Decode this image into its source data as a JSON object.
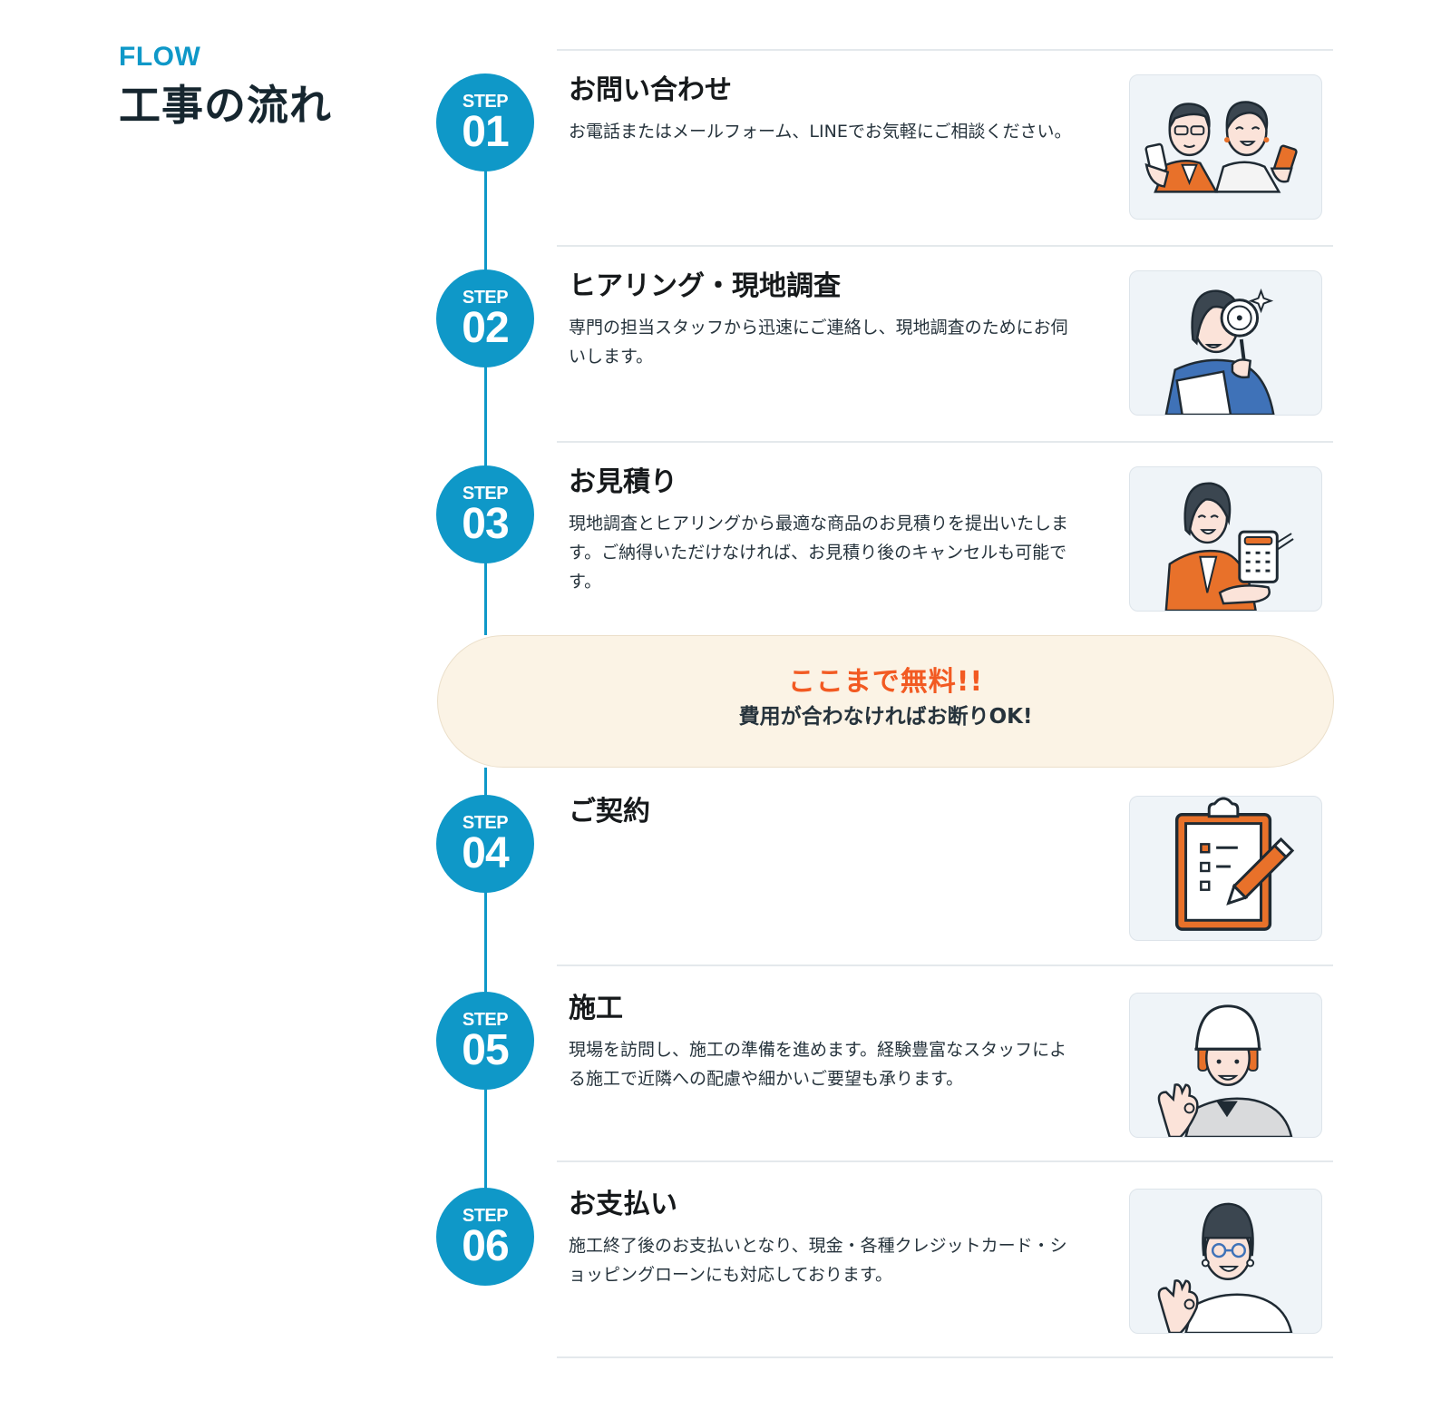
{
  "section": {
    "eyebrow": "FLOW",
    "title": "工事の流れ"
  },
  "colors": {
    "accent": "#0f98c8",
    "highlight": "#f25a22",
    "banner_bg": "#fbf3e5",
    "card_bg": "#eff4f8",
    "illustration_orange": "#e8712a",
    "illustration_blue": "#3f72b8"
  },
  "steps": [
    {
      "label": "STEP",
      "number": "01",
      "title": "お問い合わせ",
      "description": "お電話またはメールフォーム、LINEでお気軽にご相談ください。",
      "illustration": "couple-with-smartphones-illustration"
    },
    {
      "label": "STEP",
      "number": "02",
      "title": "ヒアリング・現地調査",
      "description": "専門の担当スタッフから迅速にご連絡し、現地調査のためにお伺いします。",
      "illustration": "woman-with-magnifier-illustration"
    },
    {
      "label": "STEP",
      "number": "03",
      "title": "お見積り",
      "description": "現地調査とヒアリングから最適な商品のお見積りを提出いたします。ご納得いただけなければ、お見積り後のキャンセルも可能です。",
      "illustration": "woman-with-calculator-illustration"
    },
    {
      "label": "STEP",
      "number": "04",
      "title": "ご契約",
      "description": "",
      "illustration": "clipboard-with-pencil-illustration"
    },
    {
      "label": "STEP",
      "number": "05",
      "title": "施工",
      "description": "現場を訪問し、施工の準備を進めます。経験豊富なスタッフによる施工で近隣への配慮や細かいご要望も承ります。",
      "illustration": "construction-worker-ok-illustration"
    },
    {
      "label": "STEP",
      "number": "06",
      "title": "お支払い",
      "description": "施工終了後のお支払いとなり、現金・各種クレジットカード・ショッピングローンにも対応しております。",
      "illustration": "woman-with-glasses-ok-illustration"
    }
  ],
  "free_banner": {
    "main": "ここまで無料!!",
    "sub": "費用が合わなければお断りOK!"
  }
}
